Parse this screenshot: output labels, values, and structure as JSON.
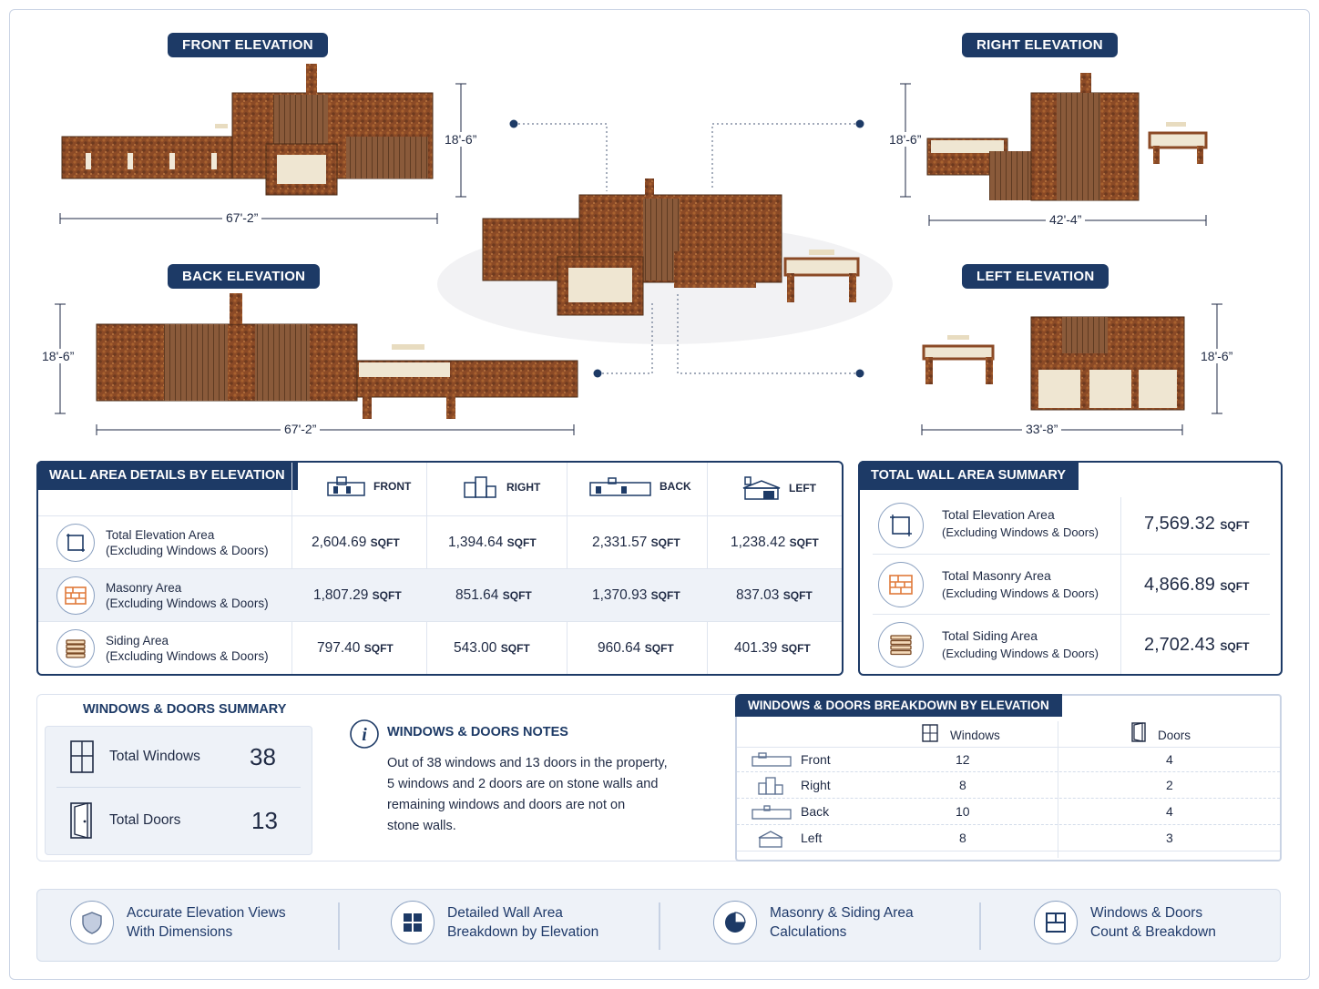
{
  "elevations": {
    "front": {
      "title": "FRONT ELEVATION",
      "height": "18'-6”",
      "width": "67'-2”"
    },
    "back": {
      "title": "BACK ELEVATION",
      "height": "18'-6”",
      "width": "67'-2”"
    },
    "right": {
      "title": "RIGHT ELEVATION",
      "height": "18'-6”",
      "width": "42'-4”"
    },
    "left": {
      "title": "LEFT ELEVATION",
      "height": "18'-6”",
      "width": "33'-8”"
    }
  },
  "wall_area": {
    "title": "WALL AREA DETAILS BY ELEVATION",
    "unit": "SQFT",
    "columns": [
      "FRONT",
      "RIGHT",
      "BACK",
      "LEFT"
    ],
    "rows": [
      {
        "label": "Total Elevation Area",
        "sub": "(Excluding Windows & Doors)",
        "icon": "area-icon",
        "values": [
          "2,604.69",
          "1,394.64",
          "2,331.57",
          "1,238.42"
        ]
      },
      {
        "label": "Masonry Area",
        "sub": "(Excluding Windows & Doors)",
        "icon": "brick-icon",
        "values": [
          "1,807.29",
          "851.64",
          "1,370.93",
          "837.03"
        ]
      },
      {
        "label": "Siding Area",
        "sub": "(Excluding Windows & Doors)",
        "icon": "siding-icon",
        "values": [
          "797.40",
          "543.00",
          "960.64",
          "401.39"
        ]
      }
    ]
  },
  "total_summary": {
    "title": "TOTAL WALL AREA SUMMARY",
    "unit": "SQFT",
    "rows": [
      {
        "label": "Total Elevation Area",
        "sub": "(Excluding Windows & Doors)",
        "value": "7,569.32"
      },
      {
        "label": "Total Masonry Area",
        "sub": "(Excluding Windows & Doors)",
        "value": "4,866.89"
      },
      {
        "label": "Total Siding Area",
        "sub": "(Excluding Windows & Doors)",
        "value": "2,702.43"
      }
    ]
  },
  "wd_summary": {
    "title": "WINDOWS & DOORS SUMMARY",
    "windows_label": "Total Windows",
    "windows_value": "38",
    "doors_label": "Total Doors",
    "doors_value": "13"
  },
  "wd_notes": {
    "title": "WINDOWS & DOORS NOTES",
    "lines": [
      "Out of 38 windows and 13 doors in the property,",
      "5 windows and 2 doors are on stone walls and",
      "remaining windows and doors are not on",
      "stone walls."
    ]
  },
  "wd_breakdown": {
    "title": "WINDOWS & DOORS BREAKDOWN BY ELEVATION",
    "col_windows": "Windows",
    "col_doors": "Doors",
    "rows": [
      {
        "label": "Front",
        "windows": "12",
        "doors": "4"
      },
      {
        "label": "Right",
        "windows": "8",
        "doors": "2"
      },
      {
        "label": "Back",
        "windows": "10",
        "doors": "4"
      },
      {
        "label": "Left",
        "windows": "8",
        "doors": "3"
      }
    ]
  },
  "features": [
    {
      "line1": "Accurate Elevation Views",
      "line2": "With Dimensions",
      "icon": "shield-icon"
    },
    {
      "line1": "Detailed Wall Area",
      "line2": "Breakdown by Elevation",
      "icon": "grid-icon"
    },
    {
      "line1": "Masonry & Siding Area",
      "line2": "Calculations",
      "icon": "pie-chart-icon"
    },
    {
      "line1": "Windows & Doors",
      "line2": "Count & Breakdown",
      "icon": "window-icon"
    }
  ],
  "colors": {
    "navy": "#1d3a66",
    "brick": "#a0522d",
    "siding": "#8a5a3a",
    "accent_orange": "#e07a3a"
  }
}
